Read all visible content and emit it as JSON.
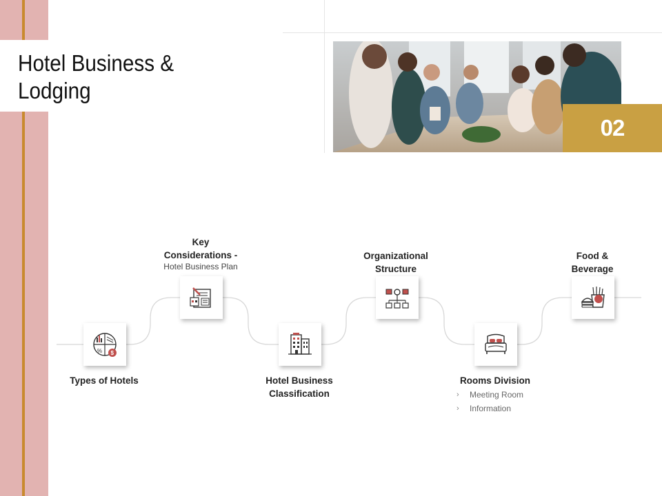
{
  "title": {
    "line1": "Hotel Business &",
    "line2": "Lodging"
  },
  "badge": {
    "number": "02"
  },
  "colors": {
    "side_band": "#e2b3b1",
    "side_line": "#c98a2e",
    "badge": "#c9a043",
    "icon_accent": "#c0504d"
  },
  "steps": [
    {
      "label_lines": [
        "Types of Hotels"
      ],
      "icon": "pie-chart-icon"
    },
    {
      "label_lines": [
        "Key",
        "Considerations -"
      ],
      "sub_label": "Hotel Business Plan",
      "icon": "business-plan-icon"
    },
    {
      "label_lines": [
        "Hotel Business",
        "Classification"
      ],
      "icon": "hotel-building-icon"
    },
    {
      "label_lines": [
        "Organizational",
        "Structure"
      ],
      "icon": "org-chart-icon"
    },
    {
      "label_lines": [
        "Rooms Division"
      ],
      "bullets": [
        "Meeting Room",
        "Information"
      ],
      "icon": "bed-icon"
    },
    {
      "label_lines": [
        "Food &",
        "Beverage"
      ],
      "icon": "food-beverage-icon"
    }
  ]
}
